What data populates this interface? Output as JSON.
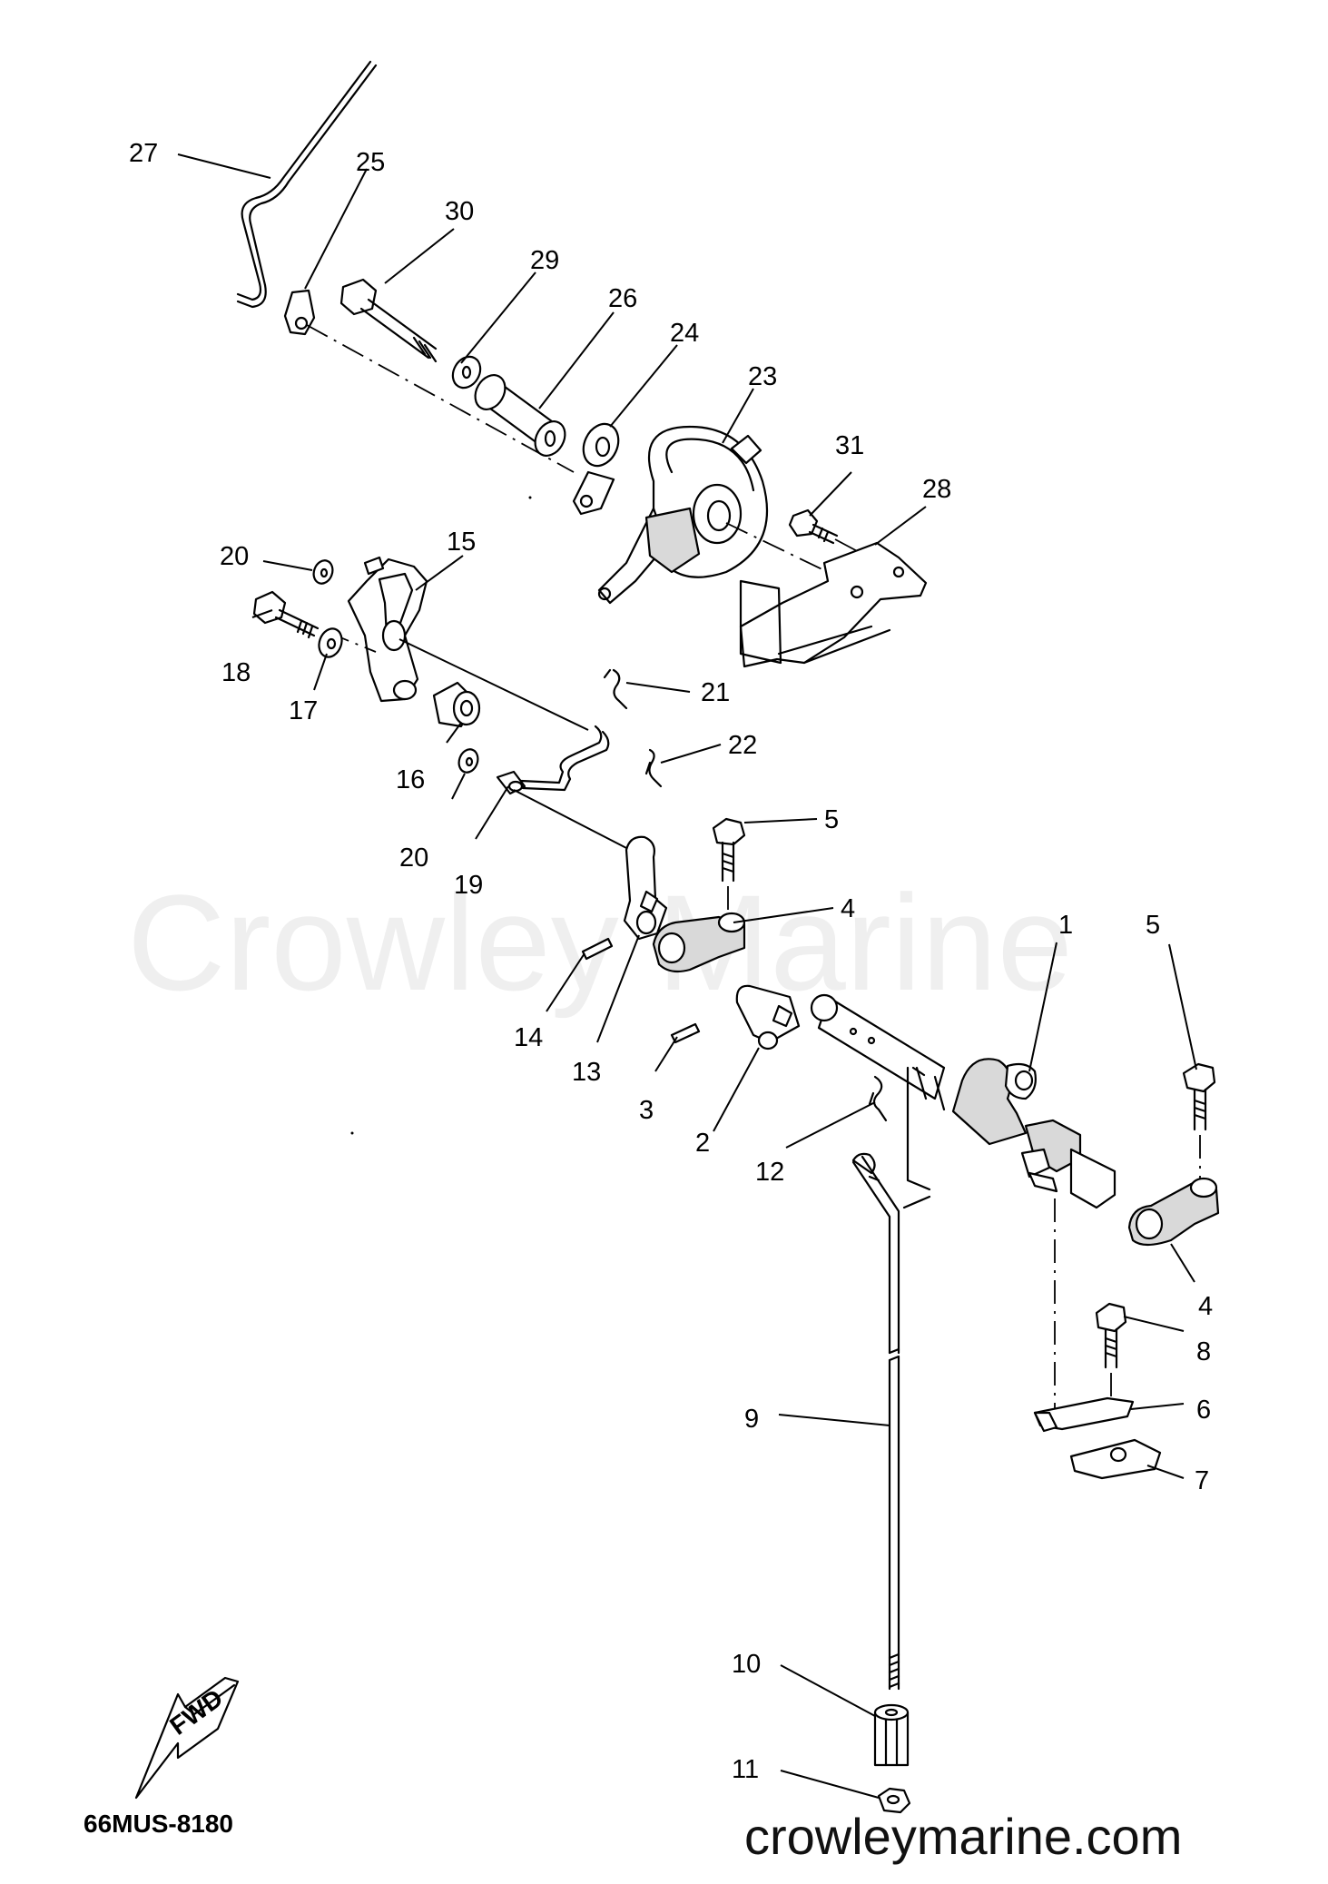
{
  "watermark": "Crowley Marine",
  "website": "crowleymarine.com",
  "diagram_code": "66MUS-8180",
  "fwd_label": "FWD",
  "callouts": [
    {
      "id": "c1",
      "text": "1"
    },
    {
      "id": "c2",
      "text": "2"
    },
    {
      "id": "c3",
      "text": "3"
    },
    {
      "id": "c4a",
      "text": "4"
    },
    {
      "id": "c4b",
      "text": "4"
    },
    {
      "id": "c5a",
      "text": "5"
    },
    {
      "id": "c5b",
      "text": "5"
    },
    {
      "id": "c6",
      "text": "6"
    },
    {
      "id": "c7",
      "text": "7"
    },
    {
      "id": "c8",
      "text": "8"
    },
    {
      "id": "c9",
      "text": "9"
    },
    {
      "id": "c10",
      "text": "10"
    },
    {
      "id": "c11",
      "text": "11"
    },
    {
      "id": "c12",
      "text": "12"
    },
    {
      "id": "c13",
      "text": "13"
    },
    {
      "id": "c14",
      "text": "14"
    },
    {
      "id": "c15",
      "text": "15"
    },
    {
      "id": "c16",
      "text": "16"
    },
    {
      "id": "c17",
      "text": "17"
    },
    {
      "id": "c18",
      "text": "18"
    },
    {
      "id": "c19",
      "text": "19"
    },
    {
      "id": "c20a",
      "text": "20"
    },
    {
      "id": "c20b",
      "text": "20"
    },
    {
      "id": "c21",
      "text": "21"
    },
    {
      "id": "c22",
      "text": "22"
    },
    {
      "id": "c23",
      "text": "23"
    },
    {
      "id": "c24",
      "text": "24"
    },
    {
      "id": "c25",
      "text": "25"
    },
    {
      "id": "c26",
      "text": "26"
    },
    {
      "id": "c27",
      "text": "27"
    },
    {
      "id": "c28",
      "text": "28"
    },
    {
      "id": "c29",
      "text": "29"
    },
    {
      "id": "c30",
      "text": "30"
    },
    {
      "id": "c31",
      "text": "31"
    }
  ]
}
